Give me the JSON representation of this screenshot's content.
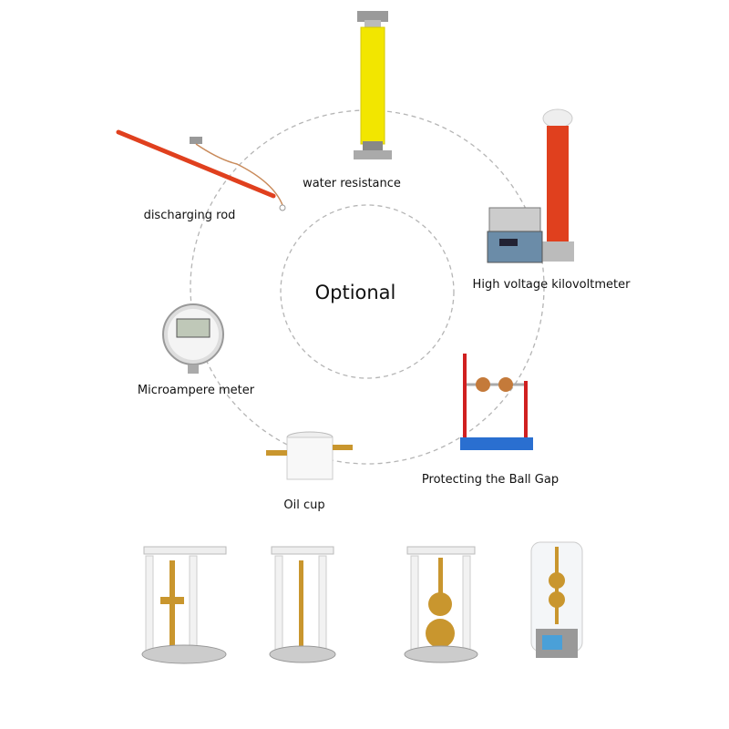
{
  "center": {
    "title": "Optional"
  },
  "items": [
    {
      "label": "water resistance",
      "icon": "water-resistance"
    },
    {
      "label": "discharging rod",
      "icon": "discharging-rod"
    },
    {
      "label": "High voltage kilovoltmeter",
      "icon": "kilovoltmeter"
    },
    {
      "label": "Microampere meter",
      "icon": "microampere-meter"
    },
    {
      "label": "Protecting the Ball Gap",
      "icon": "ball-gap"
    },
    {
      "label": "Oil cup",
      "icon": "oil-cup"
    }
  ],
  "colors": {
    "dashed": "#b0b0b0",
    "yellow": "#f2e600",
    "red": "#e0401e",
    "blue": "#2a6fd0",
    "gold": "#c9962e"
  }
}
